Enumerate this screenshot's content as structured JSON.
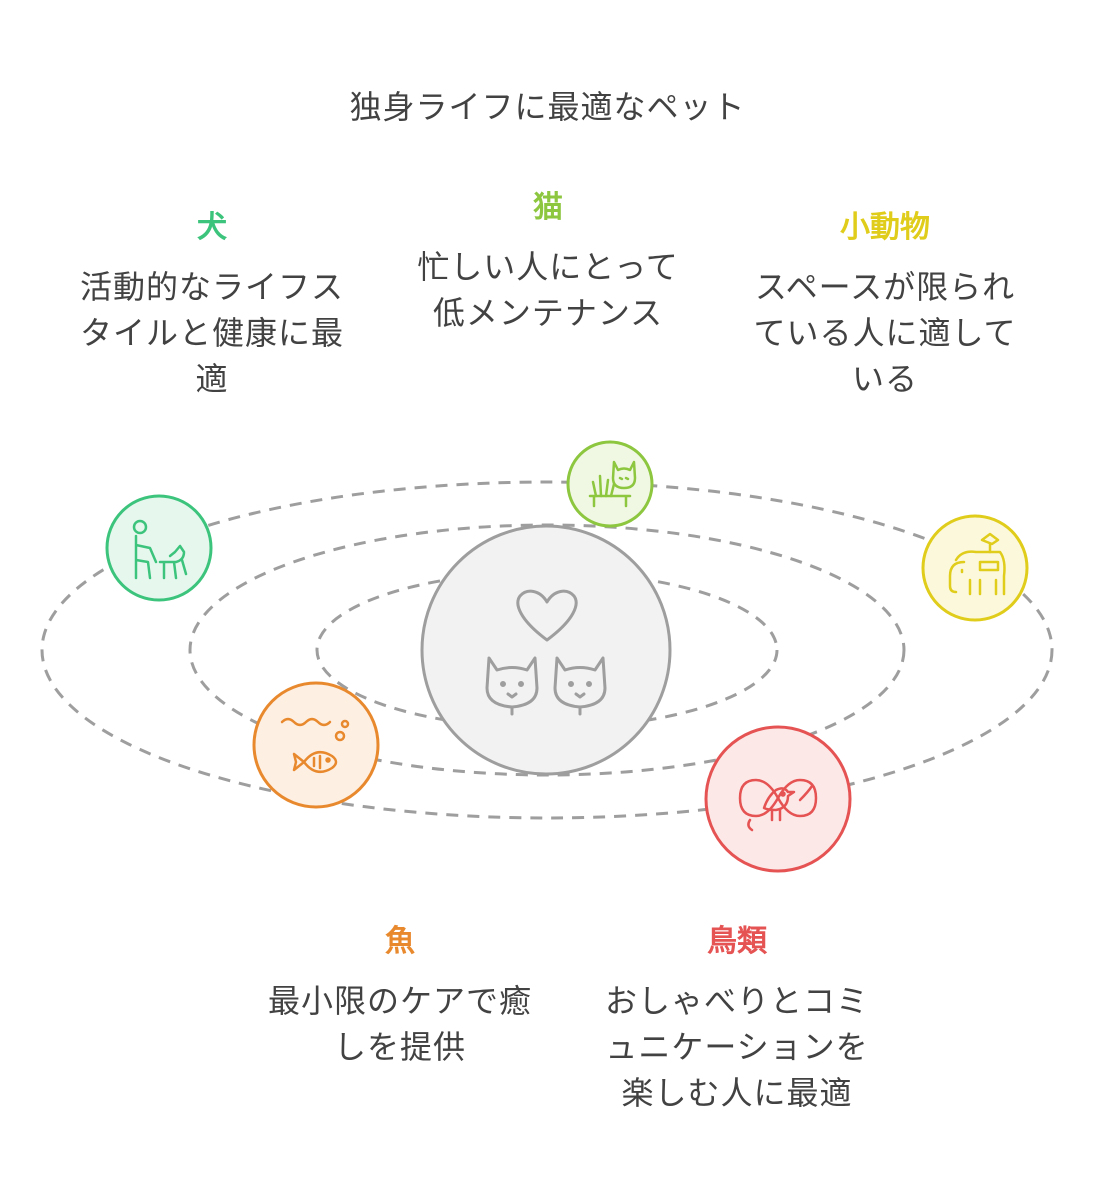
{
  "title": "独身ライフに最適なペット",
  "colors": {
    "dog": "#3cc47c",
    "cat": "#8dc63f",
    "small": "#e0cc1a",
    "fish": "#e8892e",
    "bird": "#e55353",
    "center": "#9e9e9e",
    "orbit": "#9e9e9e"
  },
  "pets": {
    "dog": {
      "name": "犬",
      "desc": [
        "活動的なライフス",
        "タイルと健康に最",
        "適"
      ],
      "icon": "person-walking-dog-icon"
    },
    "cat": {
      "name": "猫",
      "desc": [
        "忙しい人にとって",
        "低メンテナンス"
      ],
      "icon": "cat-with-grass-icon"
    },
    "small": {
      "name": "小動物",
      "desc": [
        "スペースが限られ",
        "ている人に適して",
        "いる"
      ],
      "icon": "elephant-with-rider-icon"
    },
    "fish": {
      "name": "魚",
      "desc": [
        "最小限のケアで癒",
        "しを提供"
      ],
      "icon": "fish-in-water-icon"
    },
    "bird": {
      "name": "鳥類",
      "desc": [
        "おしゃべりとコミ",
        "ュニケーションを",
        "楽しむ人に最適"
      ],
      "icon": "bird-in-nest-icon"
    }
  },
  "center": {
    "icon": "heart-and-pets-icon"
  }
}
